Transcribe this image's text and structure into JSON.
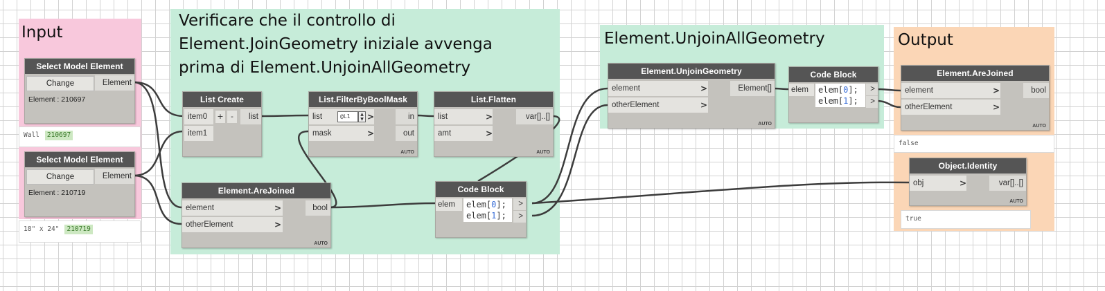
{
  "groups": {
    "input": {
      "title": "Input",
      "color": "#f8c8dc"
    },
    "verify": {
      "title_lines": [
        "Verificare che il controllo di",
        "Element.JoinGeometry iniziale avvenga",
        "prima di Element.UnjoinAllGeometry"
      ],
      "color": "#c6ecd9"
    },
    "unjoin": {
      "title": "Element.UnjoinAllGeometry",
      "color": "#c6ecd9"
    },
    "output": {
      "title": "Output",
      "color": "#fbd6b6"
    }
  },
  "nodes": {
    "select1": {
      "title": "Select Model Element",
      "button": "Change",
      "out": "Element",
      "info": "Element : 210697",
      "preview_text": "Wall",
      "preview_id": "210697"
    },
    "select2": {
      "title": "Select Model Element",
      "button": "Change",
      "out": "Element",
      "info": "Element : 210719",
      "preview_text": "18\" x 24\"",
      "preview_id": "210719"
    },
    "listcreate": {
      "title": "List Create",
      "in1": "item0",
      "in2": "item1",
      "plus": "+",
      "minus": "-",
      "out": "list"
    },
    "filter": {
      "title": "List.FilterByBoolMask",
      "in1": "list",
      "lacing": "@L1",
      "in2": "mask",
      "out1": "in",
      "out2": "out",
      "auto": "AUTO"
    },
    "flatten": {
      "title": "List.Flatten",
      "in1": "list",
      "in2": "amt",
      "out": "var[]..[]",
      "auto": "AUTO"
    },
    "arejoined1": {
      "title": "Element.AreJoined",
      "in1": "element",
      "in2": "otherElement",
      "out": "bool",
      "auto": "AUTO"
    },
    "codeblock1": {
      "title": "Code Block",
      "in": "elem",
      "line1_pre": "elem[",
      "line1_num": "0",
      "line1_post": "];",
      "line2_pre": "elem[",
      "line2_num": "1",
      "line2_post": "];",
      "out1": ">",
      "out2": ">"
    },
    "unjoingeom": {
      "title": "Element.UnjoinGeometry",
      "in1": "element",
      "in2": "otherElement",
      "out": "Element[]",
      "auto": "AUTO"
    },
    "codeblock2": {
      "title": "Code Block",
      "in": "elem",
      "line1_pre": "elem[",
      "line1_num": "0",
      "line1_post": "];",
      "line2_pre": "elem[",
      "line2_num": "1",
      "line2_post": "];",
      "out1": ">",
      "out2": ">"
    },
    "arejoined2": {
      "title": "Element.AreJoined",
      "in1": "element",
      "in2": "otherElement",
      "out": "bool",
      "auto": "AUTO",
      "preview": "false"
    },
    "identity": {
      "title": "Object.Identity",
      "in": "obj",
      "out": "var[]..[]",
      "auto": "AUTO",
      "preview": "true"
    }
  },
  "chevron": ">",
  "wire_color": "#3c3c3c"
}
